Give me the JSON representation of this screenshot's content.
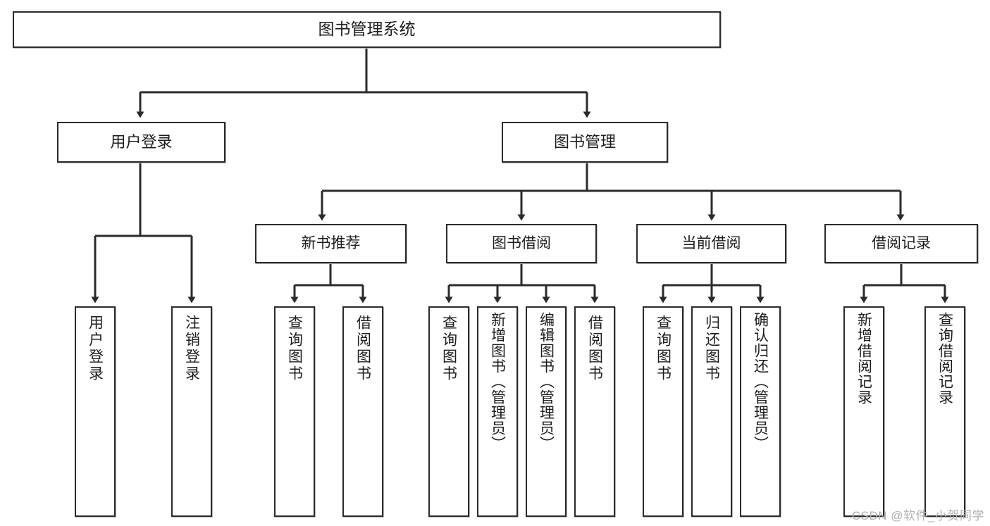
{
  "diagram": {
    "title": "图书管理系统",
    "type": "tree",
    "watermark": "CSDN @软件_小贺同学",
    "colors": {
      "node_border": "#2b2b2b",
      "node_fill": "#ffffff",
      "edge": "#2b2b2b",
      "text": "#1d1d1d",
      "watermark": "#b0b0b0"
    },
    "levels": {
      "root": {
        "label": "图书管理系统"
      },
      "level1": [
        {
          "id": "user-login",
          "label": "用户登录"
        },
        {
          "id": "book-management",
          "label": "图书管理"
        }
      ],
      "level2": [
        {
          "id": "new-book-recommend",
          "label": "新书推荐",
          "parent": "book-management"
        },
        {
          "id": "book-borrow",
          "label": "图书借阅",
          "parent": "book-management"
        },
        {
          "id": "current-borrow",
          "label": "当前借阅",
          "parent": "book-management"
        },
        {
          "id": "borrow-record",
          "label": "借阅记录",
          "parent": "book-management"
        }
      ],
      "leaves": [
        {
          "id": "leaf-user-login",
          "label": "用户登录",
          "parent": "user-login"
        },
        {
          "id": "leaf-logout-login",
          "label": "注销登录",
          "parent": "user-login"
        },
        {
          "id": "leaf-query-book-1",
          "label": "查询图书",
          "parent": "new-book-recommend"
        },
        {
          "id": "leaf-borrow-book-1",
          "label": "借阅图书",
          "parent": "new-book-recommend"
        },
        {
          "id": "leaf-query-book-2",
          "label": "查询图书",
          "parent": "book-borrow"
        },
        {
          "id": "leaf-add-book",
          "label": "新增图书（管理员）",
          "parent": "book-borrow"
        },
        {
          "id": "leaf-edit-book",
          "label": "编辑图书（管理员）",
          "parent": "book-borrow"
        },
        {
          "id": "leaf-borrow-book-2",
          "label": "借阅图书",
          "parent": "book-borrow"
        },
        {
          "id": "leaf-query-book-3",
          "label": "查询图书",
          "parent": "current-borrow"
        },
        {
          "id": "leaf-return-book",
          "label": "归还图书",
          "parent": "current-borrow"
        },
        {
          "id": "leaf-confirm-return",
          "label": "确认归还（管理员）",
          "parent": "current-borrow"
        },
        {
          "id": "leaf-add-record",
          "label": "新增借阅记录",
          "parent": "borrow-record"
        },
        {
          "id": "leaf-query-record",
          "label": "查询借阅记录",
          "parent": "borrow-record"
        }
      ]
    }
  }
}
